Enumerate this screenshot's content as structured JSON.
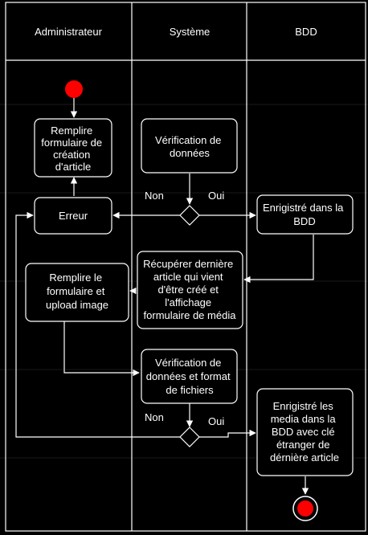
{
  "colors": {
    "background": "#000000",
    "stroke": "#ffffff",
    "text": "#ffffff",
    "initial_node": "#ff0000",
    "grid_line": "#1c1c1c"
  },
  "lanes": [
    {
      "name": "Administrateur"
    },
    {
      "name": "Système"
    },
    {
      "name": "BDD"
    }
  ],
  "nodes": {
    "fill_form": [
      "Remplire",
      "formulaire de",
      "création",
      "d'article"
    ],
    "verify_data": [
      "Vérification de",
      "données"
    ],
    "error": [
      "Erreur"
    ],
    "saved_db": [
      "Enrigistré dans la",
      "BDD"
    ],
    "fetch_article": [
      "Récupérer dernière",
      "article qui vient",
      "d'être créé et",
      "l'affichage",
      "formulaire de média"
    ],
    "fill_upload": [
      "Remplire le",
      "formulaire et",
      "upload image"
    ],
    "verify_files": [
      "Vérification de",
      "données et format",
      "de fichiers"
    ],
    "save_media": [
      "Enrigistré les",
      "media dans la",
      "BDD avec clé",
      "étranger de",
      "dérnière article"
    ]
  },
  "guards": {
    "no_1": "Non",
    "yes_1": "Oui",
    "no_2": "Non",
    "yes_2": "Oui"
  }
}
